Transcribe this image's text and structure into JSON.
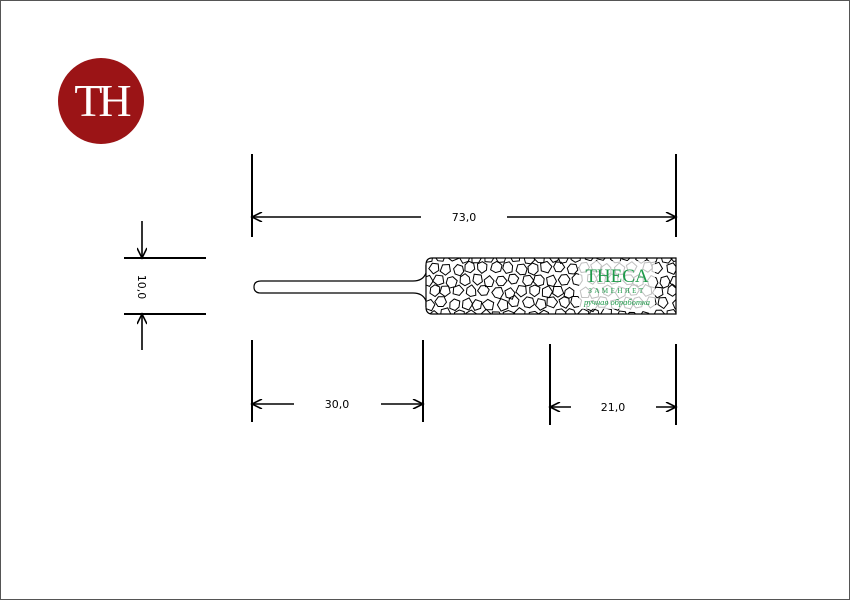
{
  "logo": {
    "text": "TH",
    "color": "#9b1416"
  },
  "dimensions": {
    "overall_length": "73,0",
    "height": "10,0",
    "shaft_length": "30,0",
    "grip_length": "21,0"
  },
  "brand": {
    "name": "THECA",
    "tagline": "ЗАМЕНЯЕТ",
    "subtitle": "ручная обработка",
    "color": "#1f9a4a"
  }
}
